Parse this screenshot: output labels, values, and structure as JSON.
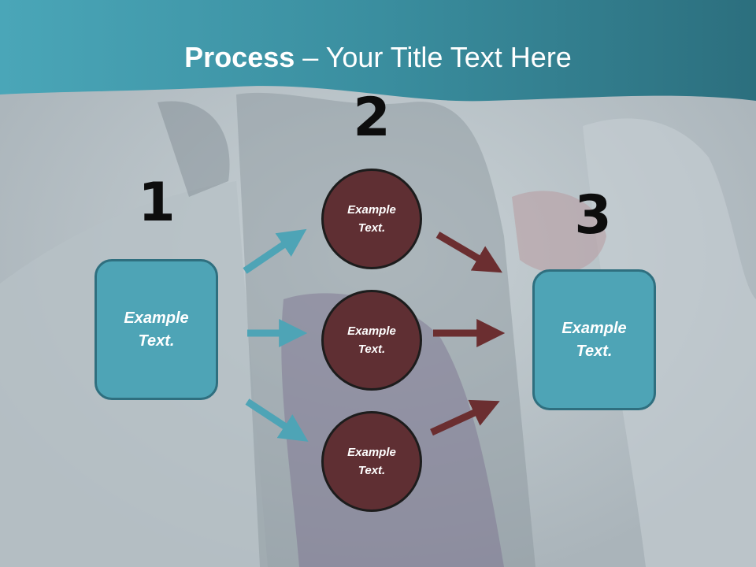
{
  "slide": {
    "title_bold": "Process",
    "title_rest": " – Your Title Text Here"
  },
  "steps": [
    {
      "number": "1",
      "text": "Example Text."
    },
    {
      "number": "2",
      "text": "Example Text."
    },
    {
      "number": "3",
      "text": "Example Text."
    }
  ],
  "middle_circles": [
    {
      "text": "Example Text."
    },
    {
      "text": "Example Text."
    },
    {
      "text": "Example Text."
    }
  ],
  "colors": {
    "header": "#3a8fa0",
    "box_fill": "#4ea4b6",
    "circle_fill": "#5f2f33",
    "arrow_left": "#4ea4b6",
    "arrow_right": "#6b2e30"
  }
}
